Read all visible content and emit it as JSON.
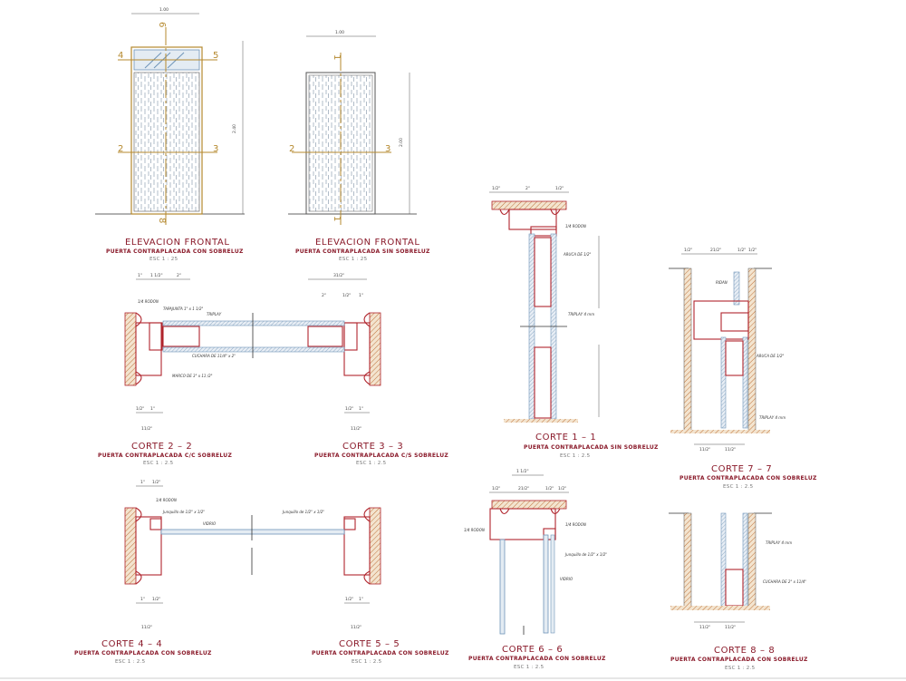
{
  "drawings": [
    {
      "id": "elev-con",
      "title": "ELEVACION FRONTAL",
      "subtitle": "PUERTA CONTRAPLACADA CON SOBRELUZ",
      "scale": "ESC 1 : 25"
    },
    {
      "id": "elev-sin",
      "title": "ELEVACION FRONTAL",
      "subtitle": "PUERTA CONTRAPLACADA SIN SOBRELUZ",
      "scale": "ESC 1 : 25"
    },
    {
      "id": "corte-2-2",
      "title": "CORTE 2 – 2",
      "subtitle": "PUERTA CONTRAPLACADA C/C SOBRELUZ",
      "scale": "ESC 1 : 2.5"
    },
    {
      "id": "corte-3-3",
      "title": "CORTE 3 – 3",
      "subtitle": "PUERTA CONTRAPLACADA C/S SOBRELUZ",
      "scale": "ESC 1 : 2.5"
    },
    {
      "id": "corte-1-1",
      "title": "CORTE 1 – 1",
      "subtitle": "PUERTA CONTRAPLACADA SIN SOBRELUZ",
      "scale": "ESC 1 : 2.5"
    },
    {
      "id": "corte-7-7",
      "title": "CORTE 7 – 7",
      "subtitle": "PUERTA CONTRAPLACADA CON SOBRELUZ",
      "scale": "ESC 1 : 2.5"
    },
    {
      "id": "corte-4-4",
      "title": "CORTE 4 – 4",
      "subtitle": "PUERTA CONTRAPLACADA CON SOBRELUZ",
      "scale": "ESC 1 : 2.5"
    },
    {
      "id": "corte-5-5",
      "title": "CORTE 5 – 5",
      "subtitle": "PUERTA CONTRAPLACADA CON SOBRELUZ",
      "scale": "ESC 1 : 2.5"
    },
    {
      "id": "corte-6-6",
      "title": "CORTE 6 – 6",
      "subtitle": "PUERTA CONTRAPLACADA CON SOBRELUZ",
      "scale": "ESC 1 : 2.5"
    },
    {
      "id": "corte-8-8",
      "title": "CORTE 8 – 8",
      "subtitle": "PUERTA CONTRAPLACADA CON SOBRELUZ",
      "scale": "ESC 1 : 2.5"
    }
  ],
  "cut_markers": {
    "elev_con": [
      "6",
      "4",
      "5",
      "2",
      "3",
      "8"
    ],
    "elev_sin": [
      "1",
      "2",
      "3",
      "1"
    ]
  },
  "dimensions": {
    "elev_con_width": "1.00",
    "elev_con_height": "2.40",
    "elev_sin_width": "1.00",
    "elev_sin_height": "2.00",
    "c22_top": [
      "1\"",
      "1 1/2\"",
      "2\""
    ],
    "c22_bottom": [
      "1/2\"",
      "1\"",
      "11/2\""
    ],
    "c33_top": [
      "31/2\"",
      "2\"",
      "1/2\"",
      "1\""
    ],
    "c33_bottom": [
      "1/2\"",
      "1\"",
      "11/2\""
    ],
    "c11_top": [
      "1/2\"",
      "2\"",
      "1/2\""
    ],
    "c77_top": [
      "1/2\"",
      "21/2\"",
      "1/2\"",
      "1/2\""
    ],
    "c77_bottom": [
      "11/2\"",
      "11/2\""
    ],
    "c44_top": [
      "1\"",
      "1/2\""
    ],
    "c44_bottom": [
      "1\"",
      "1/2\"",
      "11/2\""
    ],
    "c55_bottom": [
      "1/2\"",
      "1\"",
      "11/2\""
    ],
    "c66_top": [
      "1 1/2\"",
      "1/2\"",
      "21/2\"",
      "1/2\"",
      "1/2\""
    ],
    "c88_bottom": [
      "11/2\"",
      "11/2\""
    ]
  },
  "notes": {
    "c22_a": "1/4 RODON",
    "c22_b": "TAPAJUNTA 1\" x 1 1/2\"",
    "c22_c": "TRIPLAY",
    "c22_d": "CUCHARA DE 11/4\" x 2\"",
    "c22_e": "MARCO DE 3\" x 11 /2\"",
    "c11_a": "1/4 RODON",
    "c11_b": "ARUCA DE 1/2\"",
    "c11_c": "TRIPLAY 4 mm",
    "c77_a": "RIDAN",
    "c77_b": "ARUCA DE 1/2\"",
    "c77_c": "TRIPLAY 4 mm",
    "c44_a": "1/4 RODON",
    "c44_b": "Junquillo de 1/2\" x 1/2\"",
    "c44_c": "VIDRIO",
    "c55_a": "Junquillo de 1/2\" x 1/2\"",
    "c66_a": "1/4 RODON",
    "c66_b": "1/4 RODON",
    "c66_c": "Junquillo de 1/2\" x 1/2\"",
    "c66_d": "VIDRIO",
    "c88_a": "TRIPLAY 4 mm",
    "c88_b": "CUCHARA DE 2\" x 11/4\""
  },
  "colors": {
    "frame": "#b0252d",
    "glass": "#6e94b8",
    "cut_line": "#b5892e",
    "title": "#8a1a2a"
  }
}
